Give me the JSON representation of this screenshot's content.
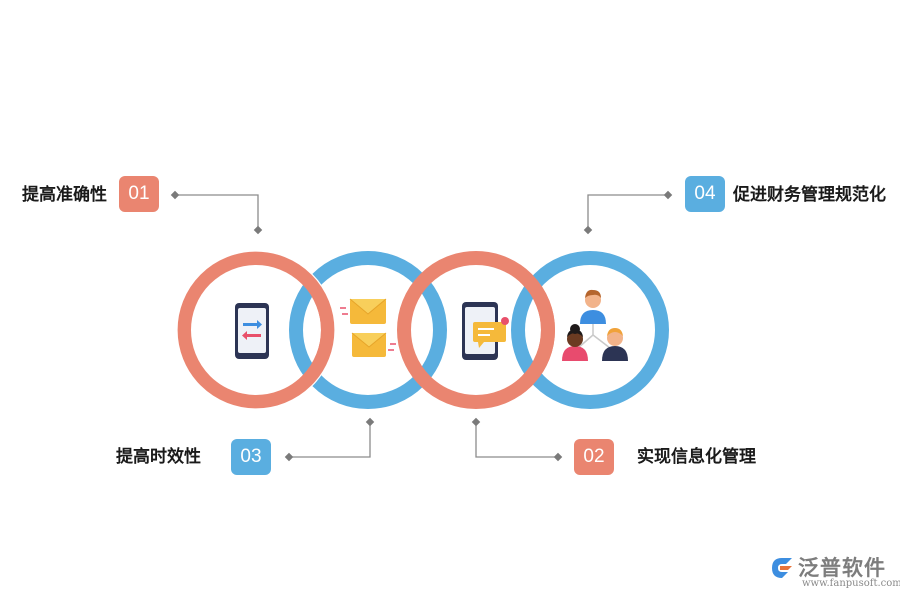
{
  "items": [
    {
      "number": "01",
      "label": "提高准确性"
    },
    {
      "number": "02",
      "label": "实现信息化管理"
    },
    {
      "number": "03",
      "label": "提高时效性"
    },
    {
      "number": "04",
      "label": "促进财务管理规范化"
    }
  ],
  "colors": {
    "red": "#ea8570",
    "blue": "#5aaee0",
    "connector": "#8c8c8c"
  },
  "icons": [
    "phone-transfer-icon",
    "envelopes-icon",
    "phone-chat-icon",
    "people-network-icon"
  ],
  "logo": {
    "name": "泛普软件",
    "url": "www.fanpusoft.com"
  }
}
